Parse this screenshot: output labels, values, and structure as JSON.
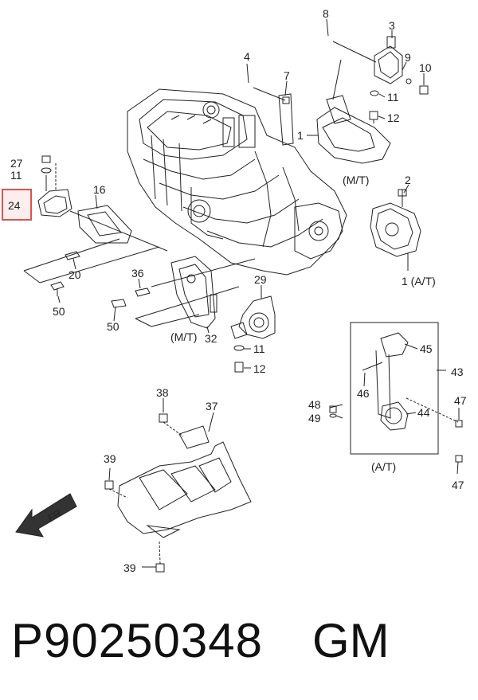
{
  "callouts": {
    "c1a": "1",
    "c1b": "1",
    "c2": "2",
    "c3": "3",
    "c4": "4",
    "c7": "7",
    "c8": "8",
    "c9": "9",
    "c10": "10",
    "c11a": "11",
    "c11b": "11",
    "c11c": "11",
    "c12a": "12",
    "c12b": "12",
    "c16": "16",
    "c20": "20",
    "c24": "24",
    "c27": "27",
    "c29": "29",
    "c32": "32",
    "c36": "36",
    "c37": "37",
    "c38": "38",
    "c39a": "39",
    "c39b": "39",
    "c43": "43",
    "c44": "44",
    "c45": "45",
    "c46": "46",
    "c47a": "47",
    "c47b": "47",
    "c48": "48",
    "c49": "49",
    "c50a": "50",
    "c50b": "50"
  },
  "labels": {
    "mt_top": "(M/T)",
    "at_right": "1  (A/T)",
    "mt_mid": "(M/T)",
    "at_box": "(A/T)",
    "fr": "FR"
  },
  "highlight_color": "#d9534f",
  "footer": {
    "part_number": "P90250348",
    "brand": "GM"
  }
}
